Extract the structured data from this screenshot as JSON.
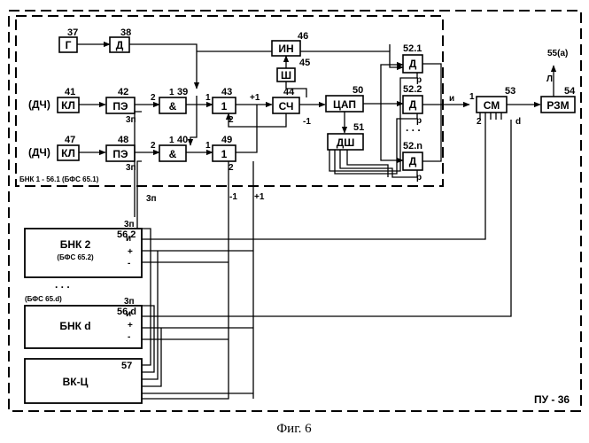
{
  "blocks": {
    "g37": {
      "num": "37",
      "label": "Г"
    },
    "d38": {
      "num": "38",
      "label": "Д"
    },
    "in46": {
      "num": "46",
      "label": "ИН"
    },
    "sh45": {
      "num": "45",
      "label": "Ш"
    },
    "kl41": {
      "num": "41",
      "label": "КЛ",
      "input": "(ДЧ)"
    },
    "pe42": {
      "num": "42",
      "label": "ПЭ",
      "sub": "3п"
    },
    "and39": {
      "num": "39",
      "label": "&"
    },
    "or43": {
      "num": "43",
      "label": "1"
    },
    "sch44": {
      "num": "44",
      "label": "СЧ"
    },
    "cap50": {
      "num": "50",
      "label": "ЦАП"
    },
    "dsh51": {
      "num": "51",
      "label": "ДШ"
    },
    "d521": {
      "num": "52.1",
      "label": "Д",
      "p": "p"
    },
    "d522": {
      "num": "52.2",
      "label": "Д",
      "p": "p"
    },
    "d52n": {
      "num": "52.n",
      "label": "Д",
      "p": "p"
    },
    "kl47": {
      "num": "47",
      "label": "КЛ",
      "input": "(ДЧ)"
    },
    "pe48": {
      "num": "48",
      "label": "ПЭ",
      "sub": "3п"
    },
    "and40": {
      "num": "40",
      "label": "&"
    },
    "or49": {
      "num": "49",
      "label": "1"
    },
    "cm53": {
      "num": "53",
      "label": "СМ"
    },
    "rzm54": {
      "num": "54",
      "label": "РЗМ"
    },
    "bnk2": {
      "num": "56.2",
      "label": "БНК 2",
      "sub": "(БФС 65.2)"
    },
    "bnkd": {
      "num": "56.d",
      "label": "БНК d"
    },
    "vkc57": {
      "num": "57",
      "label": "ВК-Ц"
    }
  },
  "signals": {
    "plus1": "+1",
    "minus1": "-1",
    "plus": "+",
    "minus": "-",
    "one": "1",
    "two": "2",
    "d": "d",
    "i": "и",
    "zp": "3п",
    "out55": "55(a)",
    "L": "Л",
    "dots": ". . ."
  },
  "labels": {
    "inner_frame": "БНК 1 - 56.1 (БФС 65.1)",
    "outer_frame": "ПУ - 36",
    "bfs_d": "(БФС 65.d)",
    "caption": "Фиг. 6"
  }
}
